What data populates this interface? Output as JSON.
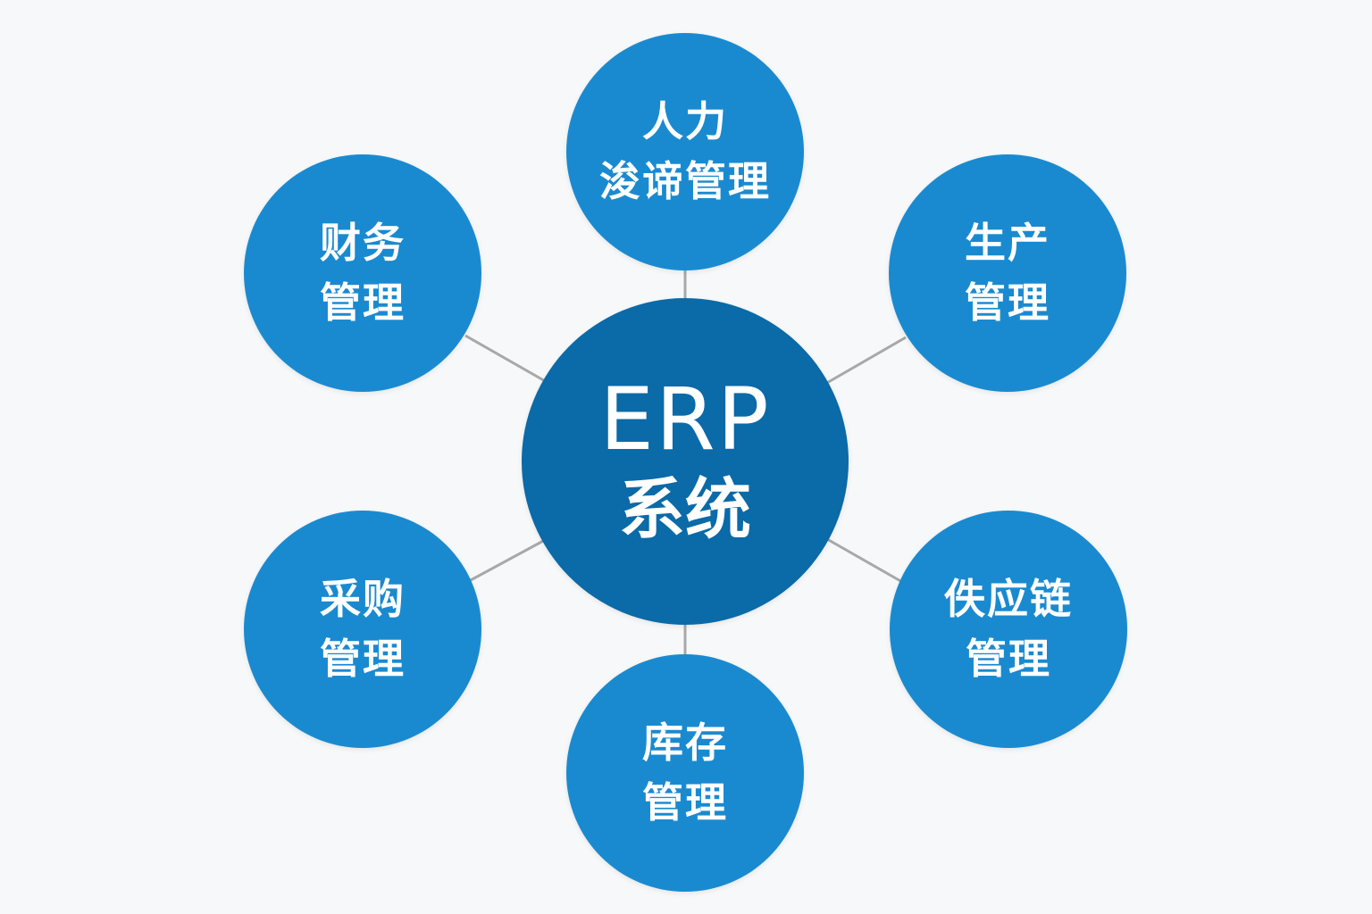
{
  "colors": {
    "background": "#f7f8f9",
    "center_fill": "#0b6aa8",
    "module_fill": "#1a8ad0",
    "connector": "#a8a8a8",
    "text": "#ffffff"
  },
  "center": {
    "line1": "ERP",
    "line2": "系统"
  },
  "modules": [
    {
      "id": "hr",
      "line1": "人力",
      "line2": "浚谛管理"
    },
    {
      "id": "finance",
      "line1": "财务",
      "line2": "管理"
    },
    {
      "id": "production",
      "line1": "生产",
      "line2": "管理"
    },
    {
      "id": "purchasing",
      "line1": "采购",
      "line2": "管理"
    },
    {
      "id": "supply-chain",
      "line1": "佚应链",
      "line2": "管理"
    },
    {
      "id": "inventory",
      "line1": "库存",
      "line2": "管理"
    }
  ]
}
